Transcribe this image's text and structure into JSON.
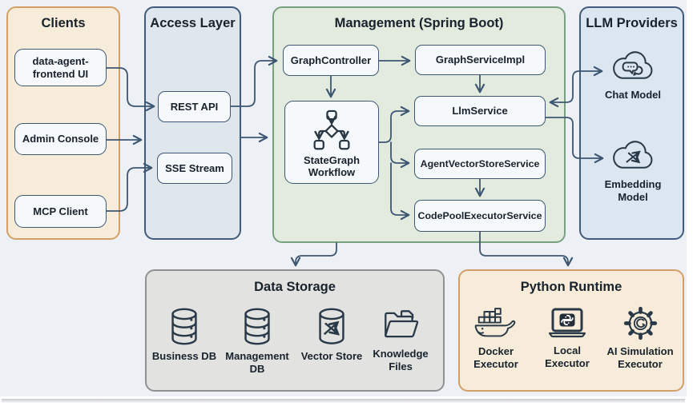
{
  "groups": {
    "clients": {
      "title": "Clients"
    },
    "access_layer": {
      "title": "Access Layer"
    },
    "management": {
      "title": "Management (Spring Boot)"
    },
    "llm_providers": {
      "title": "LLM Providers"
    },
    "data_storage": {
      "title": "Data Storage"
    },
    "python_runtime": {
      "title": "Python Runtime"
    }
  },
  "nodes": {
    "frontend": "data-agent-frontend UI",
    "admin_console": "Admin Console",
    "mcp_client": "MCP Client",
    "rest_api": "REST API",
    "sse_stream": "SSE Stream",
    "graph_controller": "GraphController",
    "graph_service_impl": "GraphServiceImpl",
    "state_graph_workflow": "StateGraph Workflow",
    "llm_service": "LlmService",
    "agent_vector_store_service": "AgentVectorStoreService",
    "code_pool_executor_service": "CodePoolExecutorService",
    "chat_model": "Chat Model",
    "embedding_model": "Embedding Model",
    "business_db": "Business DB",
    "management_db": "Management DB",
    "vector_store": "Vector Store",
    "knowledge_files": "Knowledge Files",
    "docker_executor": "Docker Executor",
    "local_executor": "Local Executor",
    "ai_simulation_executor": "AI Simulation Executor"
  },
  "icons": {
    "state_graph_workflow": "flowchart-icon",
    "chat_model": "cloud-chat-icon",
    "embedding_model": "cloud-vector-icon",
    "business_db": "database-icon",
    "management_db": "database-icon",
    "vector_store": "vector-cylinder-icon",
    "knowledge_files": "folder-icon",
    "docker_executor": "docker-whale-icon",
    "local_executor": "laptop-python-icon",
    "ai_simulation_executor": "gear-icon"
  },
  "colors": {
    "background": "#edf1f6",
    "clients_fill": "#f6ecd9",
    "clients_border": "#d2a066",
    "access_fill": "#dfe6ec",
    "blue_border": "#41597a",
    "management_fill": "#e2ebdd",
    "management_border": "#78a07f",
    "llm_fill": "#dbe6f0",
    "storage_fill": "#e2e2e1",
    "storage_border": "#8f9191",
    "node_fill": "#f5f9fb",
    "arrow": "#3d5672",
    "text": "#18222c"
  }
}
